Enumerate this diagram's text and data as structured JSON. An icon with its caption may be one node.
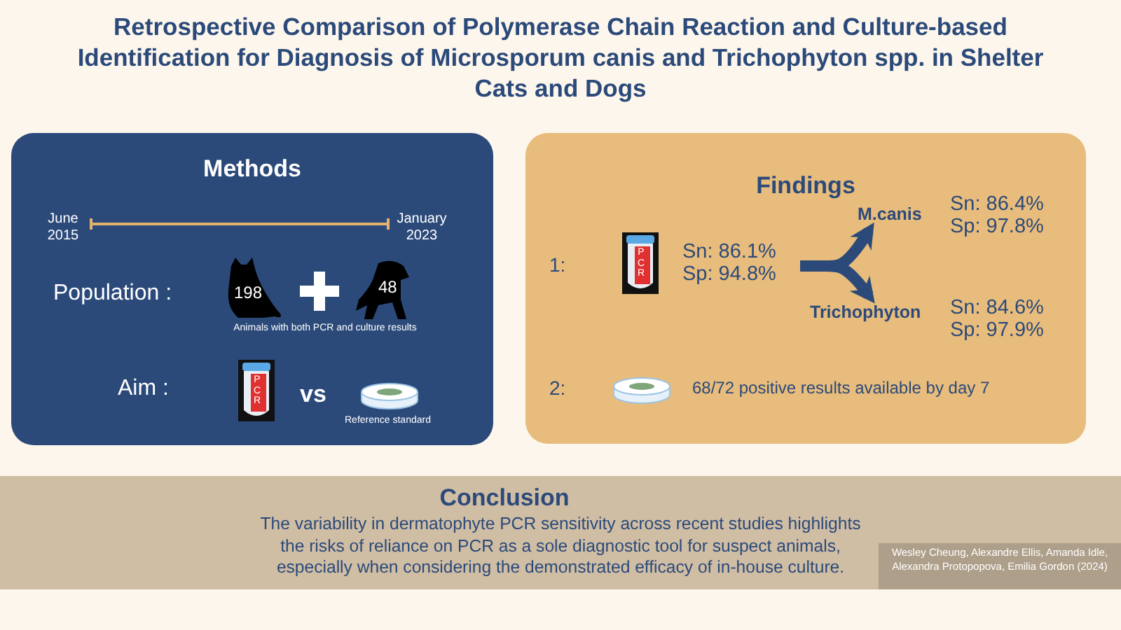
{
  "diagram": {
    "title": "Retrospective Comparison of Polymerase Chain Reaction and Culture-based Identification for Diagnosis of Microsporum canis and Trichophyton spp. in Shelter Cats and Dogs",
    "nodes": [
      {
        "text": [
          "Methods"
        ]
      },
      {
        "text": [
          "Findings"
        ]
      },
      {
        "text": [
          "Conclusion",
          "The variability in dermatophyte PCR sensitivity across recent studies highlights the risks of reliance on PCR as a sole diagnostic tool for suspect animals, especially when considering the demonstrated efficacy of in-house culture."
        ]
      },
      {
        "text": [
          "Wesley Cheung, Alexandre Ellis, Amanda Idle, Alexandra Protopopova, Emilia Gordon (2024)"
        ],
        "in": 2
      },
      {
        "text": [
          "Sn: 86.1% Sp: 94.8%"
        ],
        "in": 1
      },
      {
        "text": [
          "M.canis"
        ],
        "in": 1,
        "beside": [
          "Sn: 86.4% Sp: 97.8%"
        ]
      },
      {
        "text": [
          "Trichophyton"
        ],
        "in": 1,
        "beside": [
          "Sn: 84.6% Sp: 97.9%"
        ]
      }
    ],
    "edges": [
      {
        "from": 4,
        "to": 5,
        "arrow": "to"
      },
      {
        "from": 4,
        "to": 6,
        "arrow": "to"
      }
    ],
    "labels": [
      "June 2015",
      "January 2023",
      "Population :",
      "198",
      "48",
      "Animals with both PCR and culture results",
      "Aim :",
      "PCR",
      "vs",
      "Reference standard",
      "1:",
      "PCR",
      "2:",
      "68/72 positive results available by day 7"
    ]
  }
}
